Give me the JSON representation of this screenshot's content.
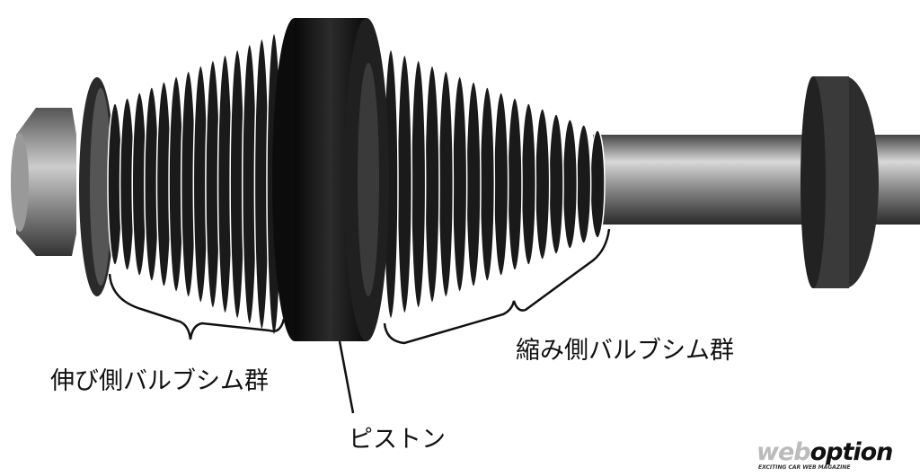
{
  "labels": {
    "rebound": "伸び側バルブシム群",
    "compression": "縮み側バルブシム群",
    "piston": "ピストン"
  },
  "logo": {
    "part1": "web",
    "part2": "option",
    "tagline": "EXCITING CAR WEB MAGAZINE"
  },
  "colors": {
    "shim": "#1a1a1a",
    "rod": "#6e6e6e",
    "piston": "#151515"
  }
}
